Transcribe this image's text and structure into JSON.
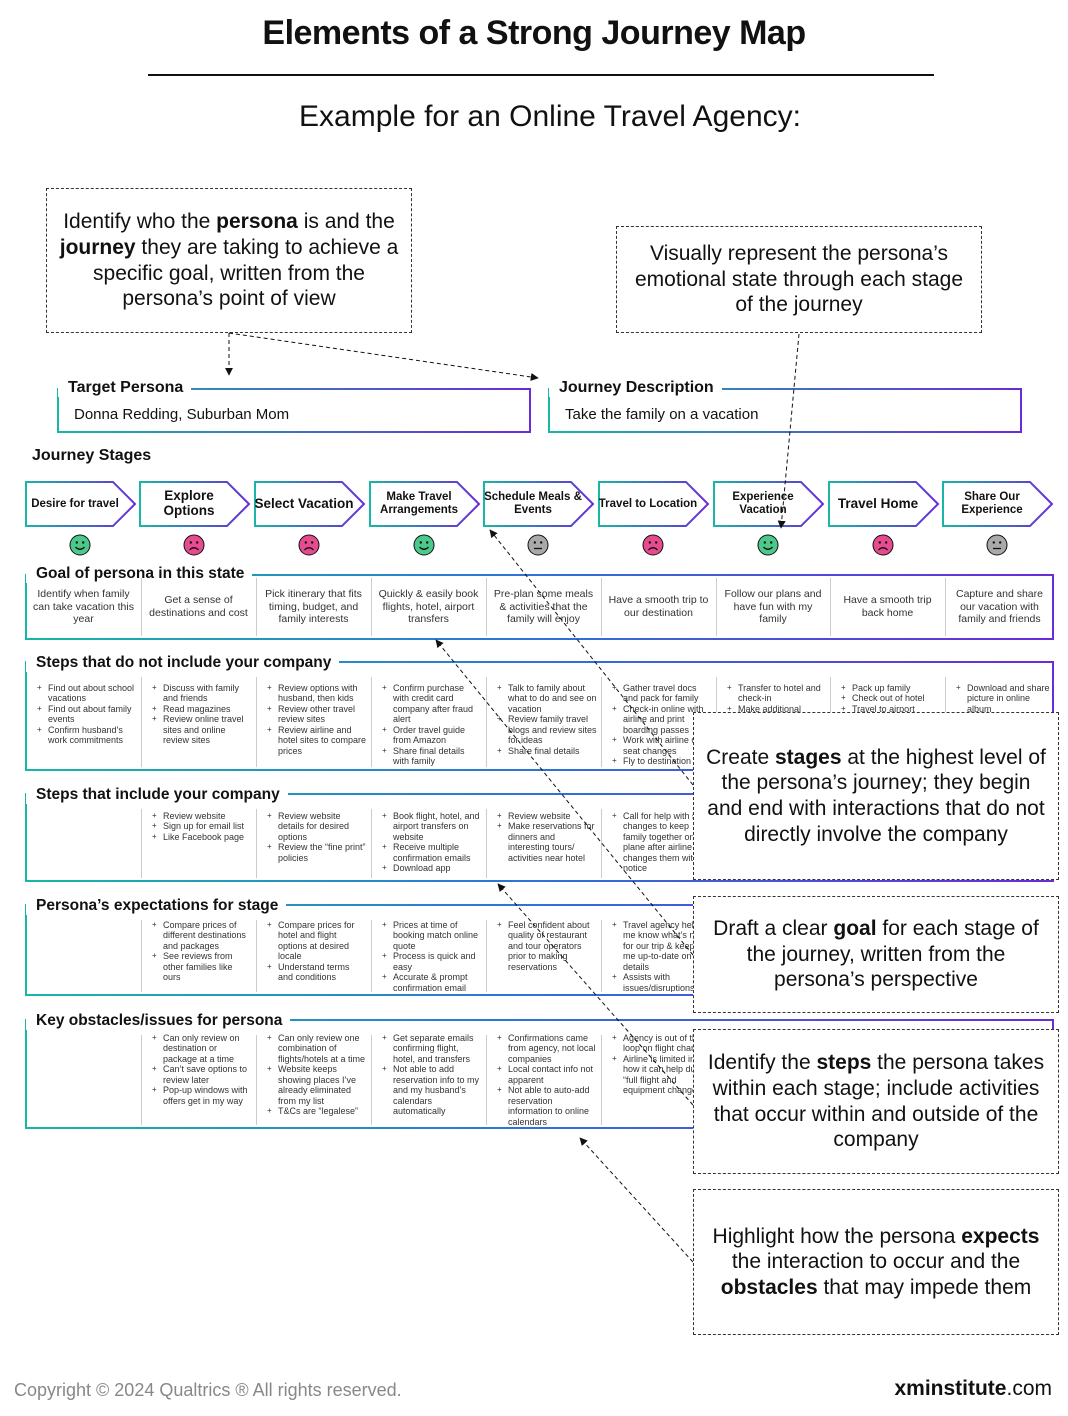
{
  "header": {
    "title": "Elements of a Strong Journey Map",
    "subtitle": "Example for an Online Travel Agency:"
  },
  "callouts": {
    "persona": {
      "pre": "Identify who the ",
      "b1": "persona",
      "mid1": " is and the ",
      "b2": "journey",
      "post": " they are taking to achieve a specific goal, written from the persona’s point of view"
    },
    "emotion": {
      "text": "Visually represent the persona’s emotional state through each stage of the journey"
    },
    "stages": {
      "pre": "Create ",
      "b1": "stages",
      "post": " at the highest level of the persona’s journey; they begin and end with interactions that do not directly involve the company"
    },
    "goal": {
      "pre": "Draft a clear ",
      "b1": "goal",
      "post": " for each stage of the journey, written from the persona’s perspective"
    },
    "steps": {
      "pre": "Identify the ",
      "b1": "steps",
      "post": " the persona takes within each stage; include activities that occur within and outside of the company"
    },
    "expects": {
      "pre": "Highlight how the persona ",
      "b1": "expects",
      "mid1": " the interaction to occur and the ",
      "b2": "obstacles",
      "post": " that may impede them"
    }
  },
  "persona": {
    "label": "Target Persona",
    "value": "Donna Redding, Suburban Mom"
  },
  "journey": {
    "label": "Journey Description",
    "value": "Take the family on a vacation"
  },
  "journey_stages_label": "Journey Stages",
  "stages": [
    {
      "name": "Desire for travel",
      "mood": "happy"
    },
    {
      "name": "Explore Options",
      "mood": "sad"
    },
    {
      "name": "Select Vacation",
      "mood": "sad"
    },
    {
      "name": "Make Travel Arrangements",
      "mood": "happy"
    },
    {
      "name": "Schedule Meals & Events",
      "mood": "neutral"
    },
    {
      "name": "Travel to Location",
      "mood": "sad"
    },
    {
      "name": "Experience Vacation",
      "mood": "happy"
    },
    {
      "name": "Travel Home",
      "mood": "sad"
    },
    {
      "name": "Share Our Experience",
      "mood": "neutral"
    }
  ],
  "mood_colors": {
    "happy": "#4cc98a",
    "sad": "#e64b8f",
    "neutral": "#a9a9a9"
  },
  "sections": {
    "goal": {
      "label": "Goal of persona in this state",
      "cells": [
        "Identify when family can take vacation this year",
        "Get a sense of destinations and cost",
        "Pick itinerary that fits timing, budget, and family interests",
        "Quickly & easily book flights, hotel, airport transfers",
        "Pre-plan some meals & activities that the family will enjoy",
        "Have a smooth trip to our destination",
        "Follow our plans and have fun with my family",
        "Have a smooth trip back home",
        "Capture and share our vacation with family and friends"
      ]
    },
    "steps_no": {
      "label": "Steps that do not include your company",
      "cells": [
        [
          "Find out about school vacations",
          "Find out about family events",
          "Confirm husband’s work commitments"
        ],
        [
          "Discuss with family and friends",
          "Read magazines",
          "Review online travel sites and online review sites"
        ],
        [
          "Review options with husband, then kids",
          "Review other travel review sites",
          "Review airline and hotel sites to compare prices"
        ],
        [
          "Confirm purchase with credit card company after fraud alert",
          "Order travel guide from Amazon",
          "Share final details with family"
        ],
        [
          "Talk to family about what to do and see on vacation",
          "Review family travel blogs and review sites for ideas",
          "Share final details"
        ],
        [
          "Gather travel docs and pack for family",
          "Check-in online with airline and print boarding passes",
          "Work with airline on seat changes",
          "Fly to destination"
        ],
        [
          "Transfer to hotel and check-in",
          "Make additional"
        ],
        [
          "Pack up family",
          "Check out of hotel",
          "Travel to airport"
        ],
        [
          "Download and share picture in online album"
        ]
      ]
    },
    "steps_yes": {
      "label": "Steps that include your company",
      "cells": [
        [],
        [
          "Review website",
          "Sign up for email list",
          "Like Facebook page"
        ],
        [
          "Review website details for desired options",
          "Review the “fine print” policies"
        ],
        [
          "Book flight, hotel, and airport transfers on website",
          "Receive multiple confirmation emails",
          "Download app"
        ],
        [
          "Review website",
          "Make reservations for dinners and interesting tours/ activities near hotel"
        ],
        [
          "Call for help with seat changes to keep family together on plane after airline changes them without notice"
        ]
      ]
    },
    "expect": {
      "label": "Persona’s expectations for stage",
      "cells": [
        [],
        [
          "Compare prices of different destinations and packages",
          "See reviews from other families like ours"
        ],
        [
          "Compare prices for hotel and flight options at desired locale",
          "Understand terms and conditions"
        ],
        [
          "Prices at time of booking match online quote",
          "Process is quick and easy",
          "Accurate & prompt confirmation email"
        ],
        [
          "Feel confident about quality of restaurant and tour operators prior to making reservations"
        ],
        [
          "Travel agency helps me know what’s next for our trip & keeps me up-to-date on details",
          "Assists with issues/disruptions"
        ]
      ]
    },
    "obstacles": {
      "label": "Key obstacles/issues for persona",
      "cells": [
        [],
        [
          "Can only review on destination or package at a time",
          "Can’t save options to review later",
          "Pop-up windows with offers get in my way"
        ],
        [
          "Can only review one combination of flights/hotels at a time",
          "Website keeps showing places I’ve already eliminated from my list",
          "T&Cs are “legalese”"
        ],
        [
          "Get separate emails confirming flight, hotel, and transfers",
          "Not able to add reservation info to my and my husband’s calendars automatically"
        ],
        [
          "Confirmations came from agency, not local companies",
          "Local contact info not apparent",
          "Not able to auto-add reservation information to online calendars"
        ],
        [
          "Agency is out of the loop on flight changes",
          "Airline is limited in how it can help due to “full flight and equipment change”"
        ]
      ]
    }
  },
  "footer": {
    "copyright": "Copyright © 2024 Qualtrics ® All rights reserved.",
    "brand_bold": "xminstitute",
    "brand_suffix": ".com"
  }
}
